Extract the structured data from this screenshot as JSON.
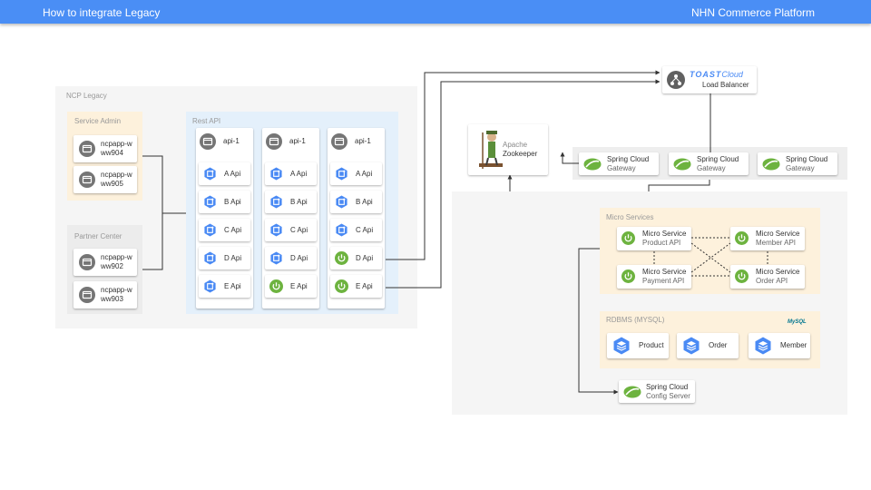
{
  "header": {
    "title": "How to integrate Legacy",
    "brand": "NHN Commerce Platform"
  },
  "groups": {
    "ncp_legacy": "NCP Legacy",
    "service_admin": "Service Admin",
    "partner_center": "Partner Center",
    "rest_api": "Rest API",
    "micro_services": "Micro Services",
    "rdbms": "RDBMS (MYSQL)"
  },
  "servers": {
    "sa1": [
      "ncpapp-w",
      "ww904"
    ],
    "sa2": [
      "ncpapp-w",
      "ww905"
    ],
    "pc1": [
      "ncpapp-w",
      "ww902"
    ],
    "pc2": [
      "ncpapp-w",
      "ww903"
    ]
  },
  "rest_api": {
    "head": "api-1",
    "apis": [
      "A Api",
      "B Api",
      "C Api",
      "D Api",
      "E Api"
    ]
  },
  "load_balancer": {
    "logo_word1": "TOAST",
    "logo_word2": "Cloud",
    "label": "Load Balancer"
  },
  "zookeeper": {
    "line1": "Apache",
    "line2": "Zookeeper"
  },
  "gateway": {
    "title": "Spring Cloud",
    "sub": "Gateway"
  },
  "micro": {
    "title": "Micro Service",
    "product": "Product API",
    "member": "Member API",
    "payment": "Payment API",
    "order": "Order API"
  },
  "db": {
    "product": "Product",
    "order": "Order",
    "member": "Member",
    "logo": "MySQL"
  },
  "config": {
    "title": "Spring Cloud",
    "sub": "Config Server"
  },
  "colors": {
    "header": "#4a8ef5",
    "hex_blue": "#4a8af4",
    "spring_green": "#6db33f",
    "warm": "#fdf1dc",
    "light_blue": "#e4f0fb",
    "grey_area": "#f5f5f5"
  }
}
